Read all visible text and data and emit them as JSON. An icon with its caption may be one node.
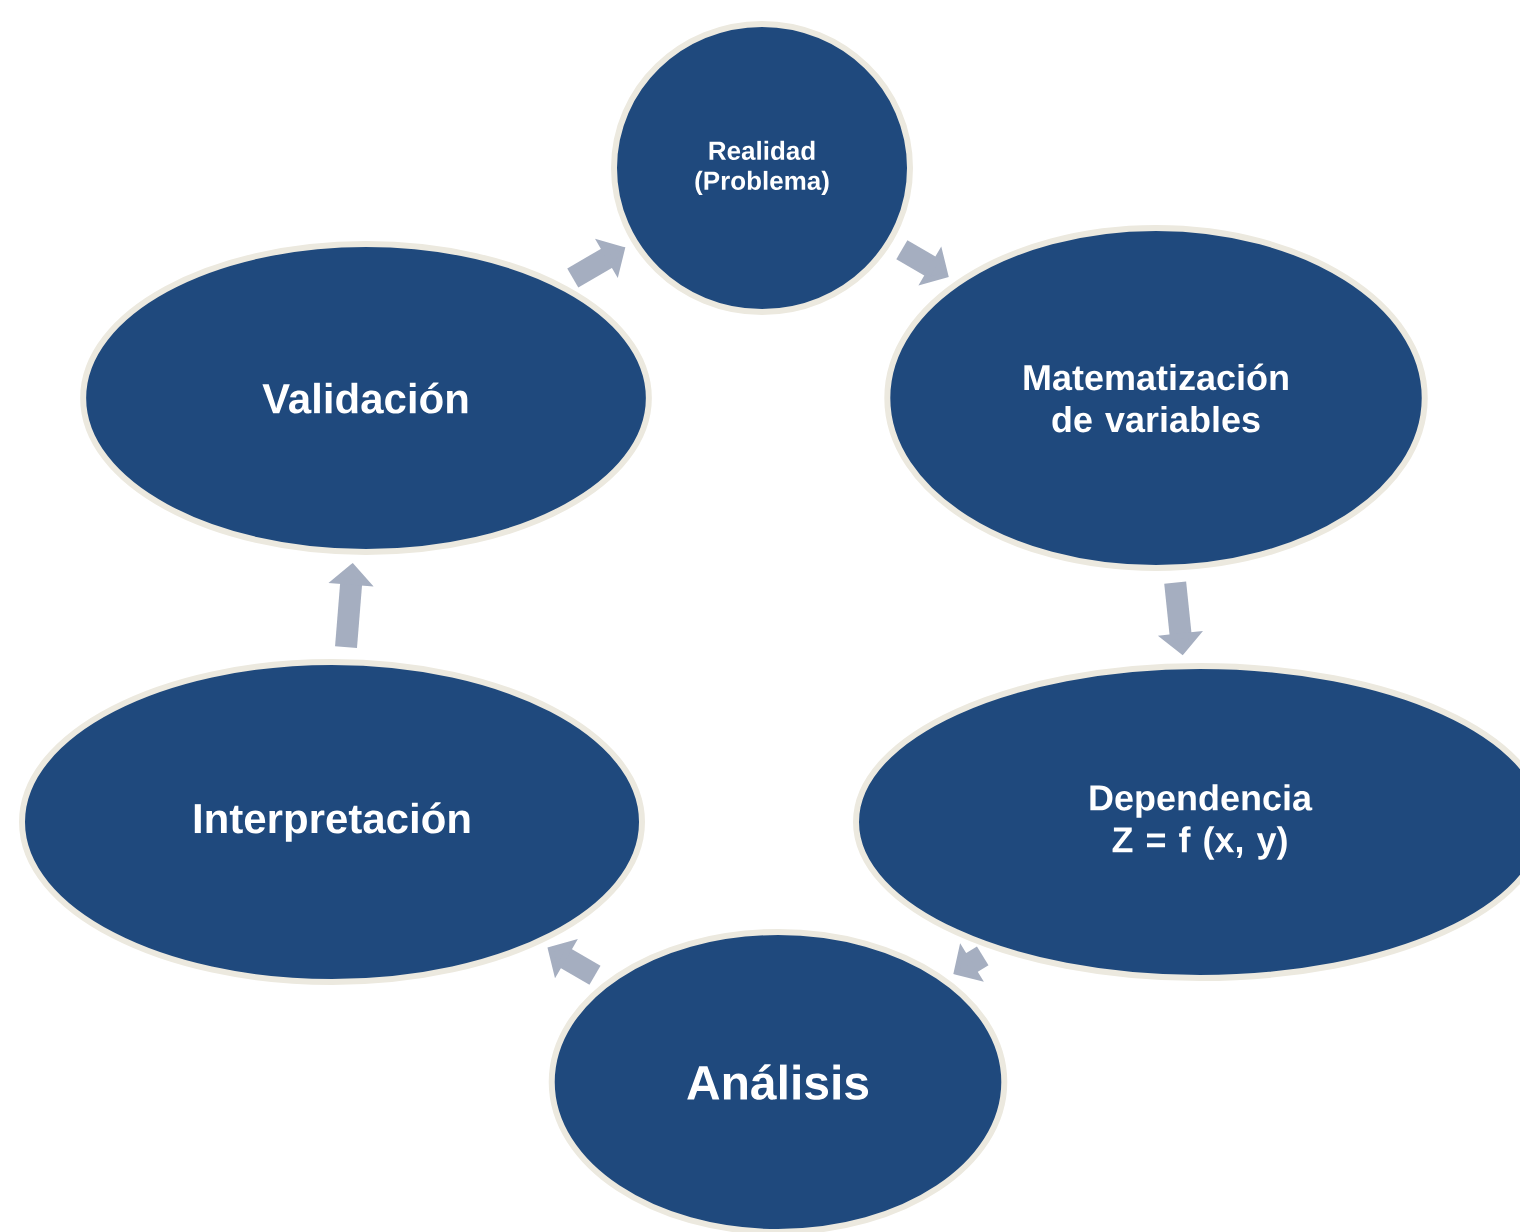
{
  "diagram": {
    "nodes": [
      {
        "text": [
          "Realidad (Problema)"
        ]
      },
      {
        "text": [
          "Matematización de variables"
        ]
      },
      {
        "text": [
          "Dependencia Z = f (x, y)"
        ]
      },
      {
        "text": [
          "Análisis"
        ]
      },
      {
        "text": [
          "Interpretación"
        ]
      },
      {
        "text": [
          "Validación"
        ]
      }
    ],
    "edges": [
      {
        "from": 0,
        "to": 1,
        "arrow": "to"
      },
      {
        "from": 1,
        "to": 2,
        "arrow": "to"
      },
      {
        "from": 2,
        "to": 3,
        "arrow": "to"
      },
      {
        "from": 3,
        "to": 4,
        "arrow": "to"
      },
      {
        "from": 4,
        "to": 5,
        "arrow": "to"
      },
      {
        "from": 5,
        "to": 0,
        "arrow": "to"
      }
    ]
  }
}
